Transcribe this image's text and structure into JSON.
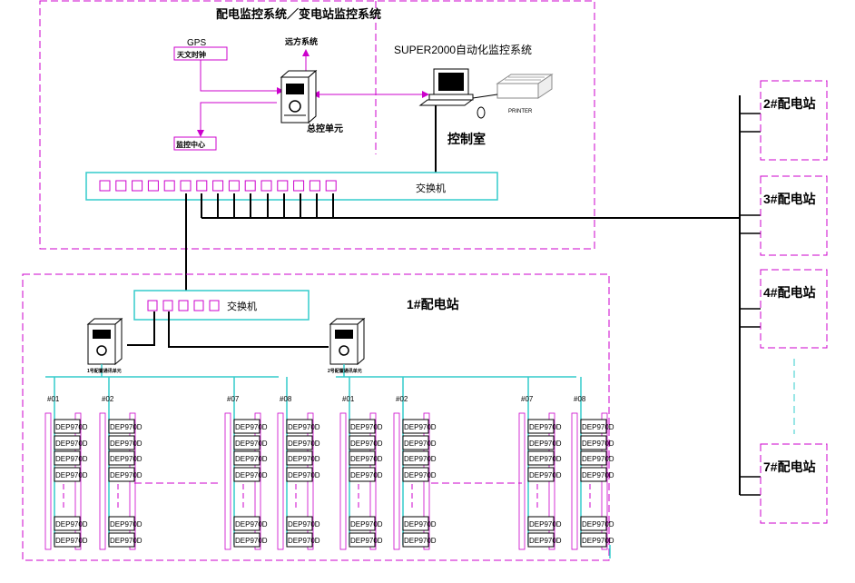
{
  "title": "配电监控系统／变电站监控系统",
  "control_room": {
    "gps": "GPS",
    "astro_clock": "天文时钟",
    "remote_system": "远方系统",
    "monitor_center": "监控中心",
    "master_unit": "总控单元",
    "system_name": "SUPER2000自动化监控系统",
    "printer": "PRINTER",
    "room": "控制室",
    "switch": "交换机"
  },
  "station1": {
    "title": "1#配电站",
    "switch": "交换机",
    "unit1_label": "1号配置通讯单元",
    "unit2_label": "2号配置通讯单元",
    "ports": [
      "#01",
      "#02",
      "#07",
      "#08",
      "#01",
      "#02",
      "#07",
      "#08"
    ],
    "device": "DEP970D"
  },
  "stations": [
    "2#配电站",
    "3#配电站",
    "4#配电站",
    "7#配电站"
  ],
  "colors": {
    "magenta": "#cc00cc",
    "cyan": "#33cccc",
    "black": "#000000"
  }
}
